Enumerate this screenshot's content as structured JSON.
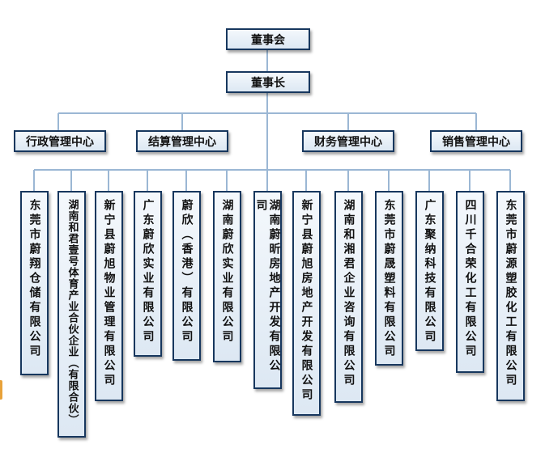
{
  "board": "董事会",
  "chairman": "董事长",
  "centers": [
    "行政管理中心",
    "结算管理中心",
    "财务管理中心",
    "销售管理中心"
  ],
  "companies": [
    "东莞市蔚翔仓储有限公司",
    "湖南和君壹号体育产业合伙企业（有限合伙）",
    "新宁县蔚旭物业管理有限公司",
    "广东蔚欣实业有限公司",
    "蔚欣（香港）有限公司",
    "湖南蔚欣实业有限公司",
    "湖南蔚昕房地产开发有限公司",
    "新宁县蔚旭房地产开发有限公司",
    "湖南和湘君企业咨询有限公司",
    "东莞市蔚晟塑料有限公司",
    "广东聚纳科技有限公司",
    "四川千合荣化工有限公司",
    "东莞市蔚源塑胶化工有限公司"
  ],
  "colors": {
    "line": "#9bb7d4",
    "border": "#17375e"
  }
}
